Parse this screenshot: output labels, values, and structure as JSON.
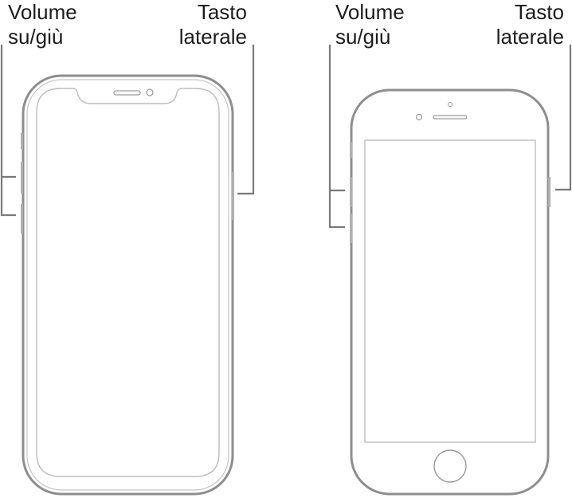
{
  "phone_a": {
    "volume_label": [
      "Volume",
      "su/giù"
    ],
    "side_label": [
      "Tasto",
      "laterale"
    ]
  },
  "phone_b": {
    "volume_label": [
      "Volume",
      "su/giù"
    ],
    "side_label": [
      "Tasto",
      "laterale"
    ]
  },
  "colors": {
    "outline": "#8e8e8e",
    "inner": "#bdbdbd",
    "leader": "#7a7a7a",
    "text": "#1d1d1f"
  }
}
